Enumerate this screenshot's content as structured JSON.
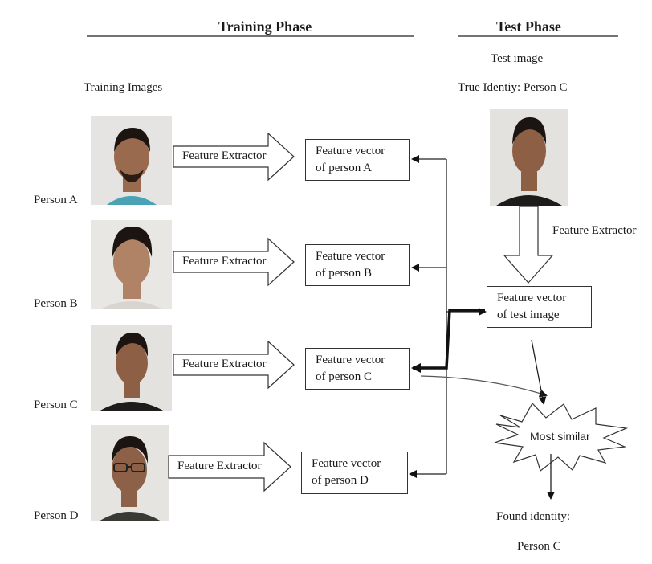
{
  "headers": {
    "training": "Training Phase",
    "test": "Test Phase"
  },
  "training_images_label": "Training Images",
  "persons": [
    {
      "label": "Person A",
      "extractor": "Feature Extractor",
      "vector_line1": "Feature vector",
      "vector_line2": "of person A"
    },
    {
      "label": "Person B",
      "extractor": "Feature Extractor",
      "vector_line1": "Feature vector",
      "vector_line2": "of person B"
    },
    {
      "label": "Person C",
      "extractor": "Feature Extractor",
      "vector_line1": "Feature vector",
      "vector_line2": "of person C"
    },
    {
      "label": "Person D",
      "extractor": "Feature Extractor",
      "vector_line1": "Feature vector",
      "vector_line2": "of person D"
    }
  ],
  "test": {
    "image_label": "Test image",
    "true_identity": "True Identiy: Person C",
    "extractor": "Feature Extractor",
    "vector_line1": "Feature vector",
    "vector_line2": "of test image",
    "most_similar": "Most similar",
    "found_label": "Found identity:",
    "found_value": "Person C"
  },
  "colors": {
    "line": "#333333",
    "skin": "#9a6a4e",
    "hair": "#1b1410",
    "background_photo": "#e6e4e2"
  }
}
